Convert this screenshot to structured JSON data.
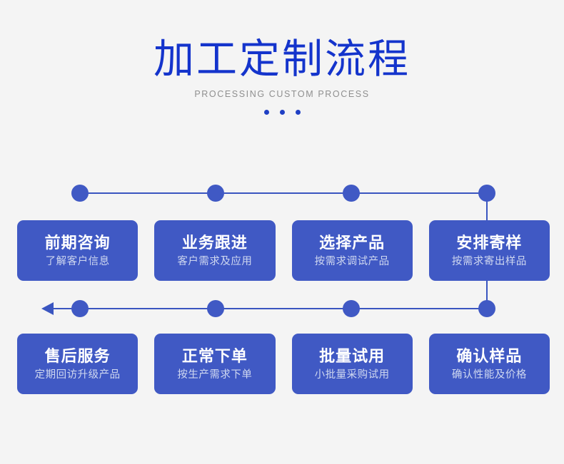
{
  "header": {
    "title": "加工定制流程",
    "subtitle": "PROCESSING CUSTOM PROCESS",
    "decorative_dots": [
      "dot",
      "dot",
      "dot"
    ],
    "title_color": "#1434cc",
    "subtitle_color": "#8f8f8f"
  },
  "theme": {
    "background": "#f4f4f4",
    "card_fill": "#4059c4",
    "connector": "#3a55c0",
    "card_title_color": "#ffffff",
    "card_subtitle_color": "#cfd8f0"
  },
  "flow": {
    "row1": {
      "direction": "left-to-right",
      "nodes": [
        {
          "title": "前期咨询",
          "subtitle": "了解客户信息"
        },
        {
          "title": "业务跟进",
          "subtitle": "客户需求及应用"
        },
        {
          "title": "选择产品",
          "subtitle": "按需求调试产品"
        },
        {
          "title": "安排寄样",
          "subtitle": "按需求寄出样品"
        }
      ]
    },
    "row2": {
      "direction": "right-to-left",
      "arrow": "arrow-left",
      "nodes": [
        {
          "title": "售后服务",
          "subtitle": "定期回访升级产品"
        },
        {
          "title": "正常下单",
          "subtitle": "按生产需求下单"
        },
        {
          "title": "批量试用",
          "subtitle": "小批量采购试用"
        },
        {
          "title": "确认样品",
          "subtitle": "确认性能及价格"
        }
      ]
    }
  }
}
